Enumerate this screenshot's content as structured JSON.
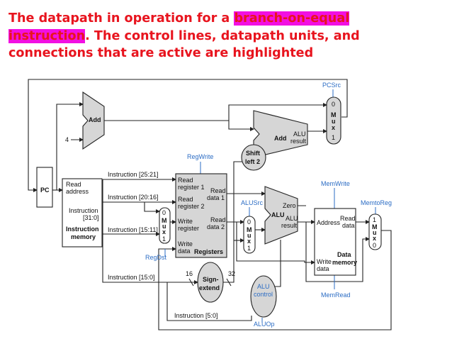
{
  "heading": {
    "part1": "The datapath in operation for a ",
    "highlight1": "branch-on-equal",
    "part2": " ",
    "highlight2": "instruction",
    "part3": ". The control lines, datapath units, and connections that are active are highlighted"
  },
  "colors": {
    "heading_text": "#e8141e",
    "heading_highlight": "#f20fe2",
    "control_label": "#2b6cc4",
    "active_shade": "#d6d6d6"
  },
  "units": {
    "pc": "PC",
    "add_top": "Add",
    "add_branch": "Add",
    "add_branch_result": [
      "ALU",
      "result"
    ],
    "const_four": "4",
    "shift_left": [
      "Shift",
      "left 2"
    ],
    "instruction_memory": {
      "read_address": [
        "Read",
        "address"
      ],
      "instruction_out": [
        "Instruction",
        "[31:0]"
      ],
      "name": [
        "Instruction",
        "memory"
      ]
    },
    "registers": {
      "read_reg1": [
        "Read",
        "register 1"
      ],
      "read_reg2": [
        "Read",
        "register 2"
      ],
      "write_reg": [
        "Write",
        "register"
      ],
      "write_data": [
        "Write",
        "data"
      ],
      "read_data1": [
        "Read",
        "data 1"
      ],
      "read_data2": [
        "Read",
        "data 2"
      ],
      "name": "Registers"
    },
    "alu": {
      "name": "ALU",
      "zero": "Zero",
      "result": [
        "ALU",
        "result"
      ]
    },
    "data_memory": {
      "address": "Address",
      "read_data": [
        "Read",
        "data"
      ],
      "write_data": [
        "Write",
        "data"
      ],
      "name": [
        "Data",
        "memory"
      ]
    },
    "sign_extend": [
      "Sign-",
      "extend"
    ],
    "alu_control": [
      "ALU",
      "control"
    ],
    "bit_in": "16",
    "bit_out": "32",
    "mux_letters": [
      "M",
      "u",
      "x"
    ],
    "mux_zero": "0",
    "mux_one": "1"
  },
  "fields": {
    "f25_21": "Instruction [25:21]",
    "f20_16": "Instruction [20:16]",
    "f15_11": "Instruction [15:11]",
    "f15_0": "Instruction [15:0]",
    "f5_0": "Instruction [5:0]"
  },
  "controls": {
    "pcsrc": "PCSrc",
    "regwrite": "RegWrite",
    "regdst": "RegDst",
    "alusrc": "ALUSrc",
    "aluop": "ALUOp",
    "memwrite": "MemWrite",
    "memread": "MemRead",
    "memtoreg": "MemtoReg"
  }
}
